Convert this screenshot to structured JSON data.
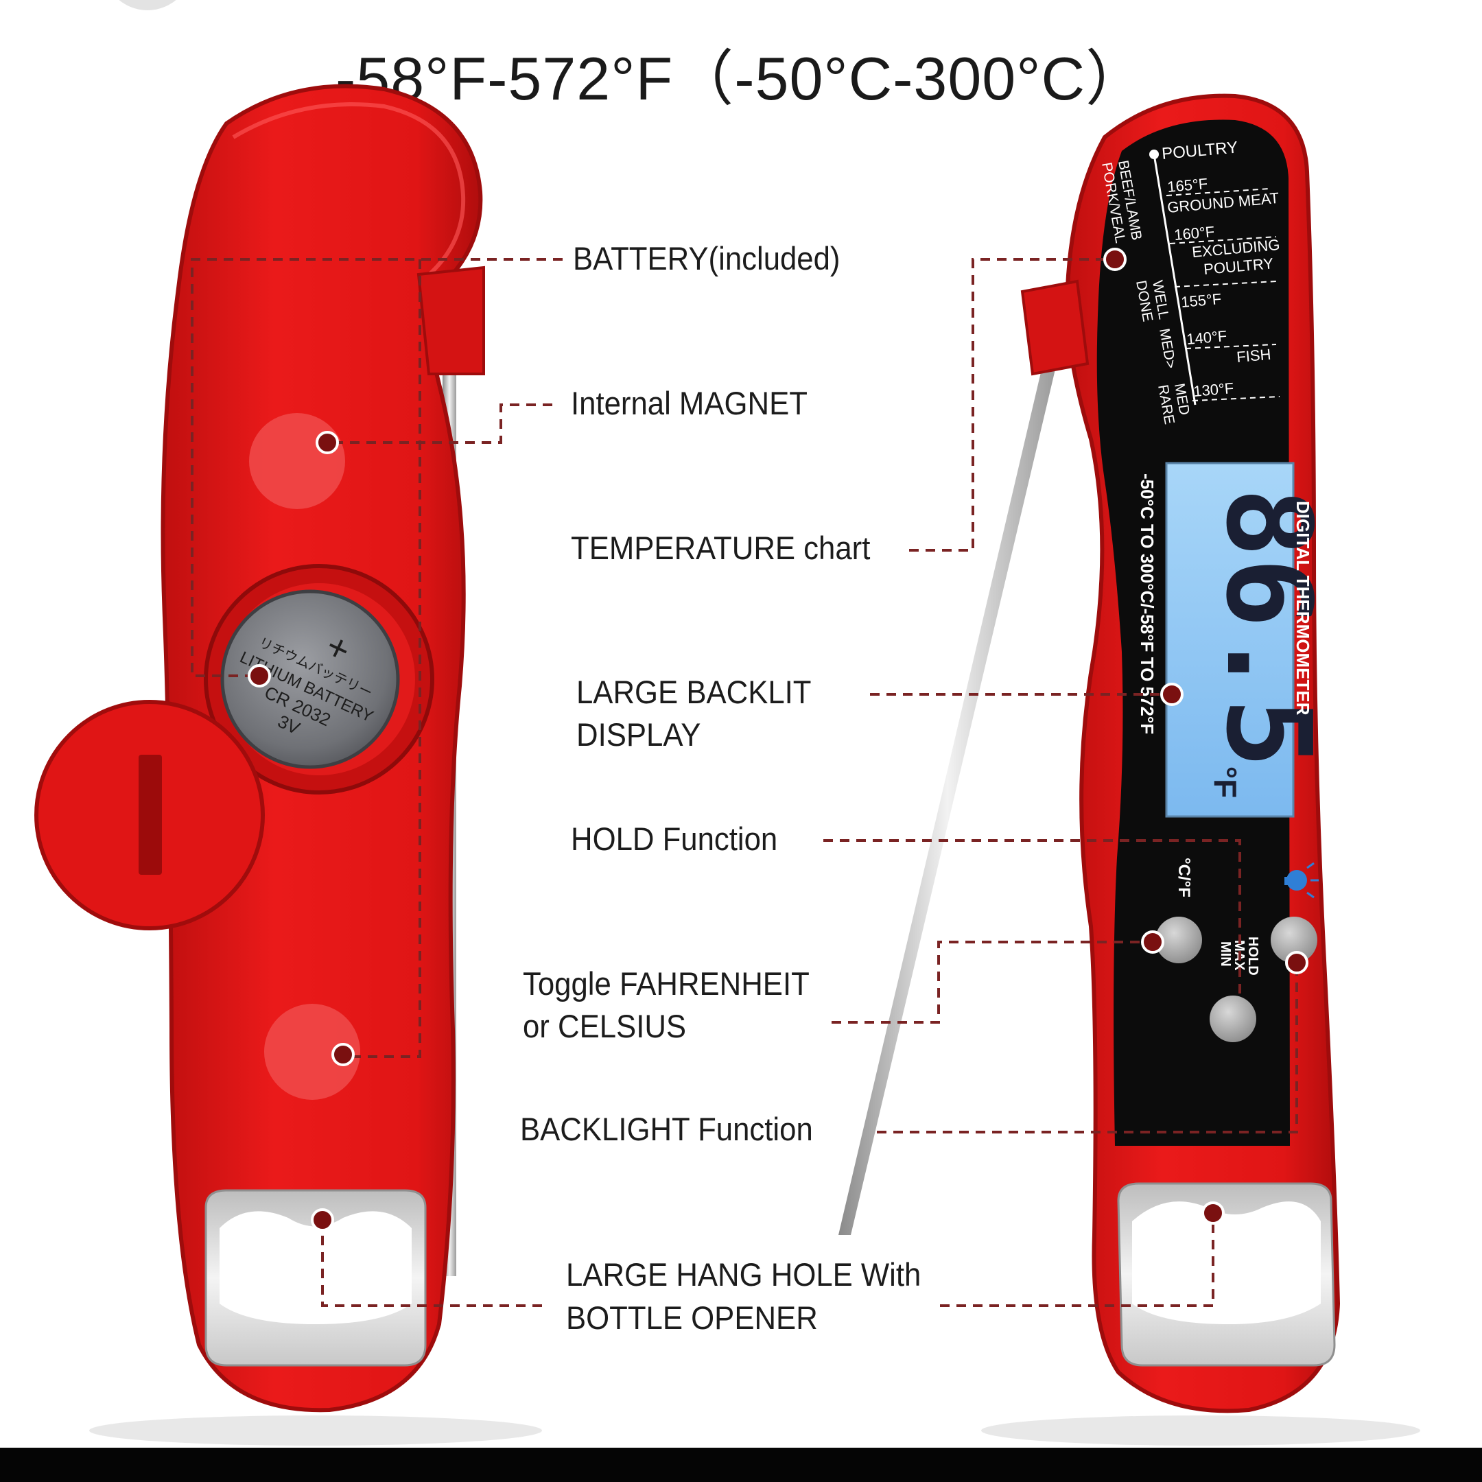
{
  "title": "-58°F-572°F（-50°C-300°C）",
  "callouts": {
    "battery": "BATTERY(included)",
    "magnet": "Internal MAGNET",
    "temp_chart": "TEMPERATURE chart",
    "display_1": "LARGE BACKLIT",
    "display_2": "DISPLAY",
    "hold": "HOLD Function",
    "toggle_1": "Toggle FAHRENHEIT",
    "toggle_2": "or CELSIUS",
    "backlight": "BACKLIGHT Function",
    "hang_1": "LARGE HANG HOLE With",
    "hang_2": "BOTTLE OPENER"
  },
  "battery_cell": {
    "line1": "リチウムバッテリー",
    "line2": "LITHIUM BATTERY",
    "line3": "CR 2032",
    "line4": "3V",
    "symbol": "+"
  },
  "temperature_chart": {
    "poultry": "POULTRY",
    "t165": "165°F",
    "ground_meat": "GROUND MEAT",
    "t160": "160°F",
    "excluding_1": "EXCLUDING",
    "excluding_2": "POULTRY",
    "t155": "155°F",
    "t140": "140°F",
    "fish": "FISH",
    "t130": "130°F",
    "beef_lamb": "BEEF/LAMB",
    "pork_veal": "PORK/VEAL",
    "well_1": "WELL",
    "well_2": "DONE",
    "med_arrow": "MED>",
    "med_rare_1": "MED",
    "med_rare_2": "RARE"
  },
  "device_text": {
    "brand": "DIGITAL THERMOMETER",
    "range": "-50°C TO 300°C/-58°F TO 572°F",
    "reading": "86.5",
    "unit": "°F",
    "cf_button": "°C/°F",
    "hold_1": "HOLD",
    "hold_2": "MAX",
    "hold_3": "MIN"
  },
  "colors": {
    "body_red": "#e01515",
    "dark_red": "#a50d0d",
    "lcd_blue": "#8fc7f5",
    "callout_line": "#7a2323"
  },
  "icons": [
    "lightbulb-icon"
  ]
}
